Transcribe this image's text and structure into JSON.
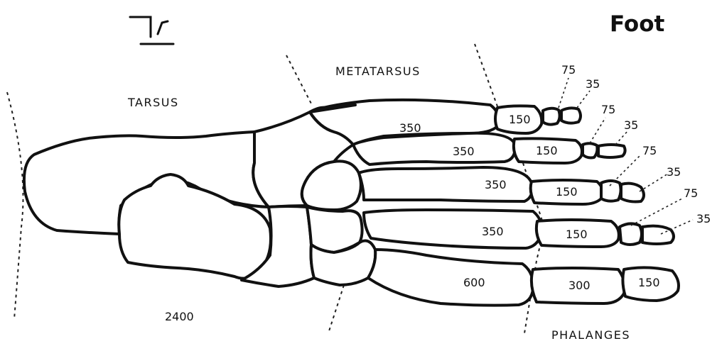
{
  "title": "Foot",
  "regions": {
    "tarsus": "TARSUS",
    "metatarsus": "METATARSUS",
    "phalanges": "PHALANGES"
  },
  "values": {
    "tarsus": "2400",
    "metatarsal_1": "600",
    "metatarsal_2": "350",
    "metatarsal_3": "350",
    "metatarsal_4": "350",
    "metatarsal_5": "350",
    "hallux_proximal": "300",
    "hallux_distal": "150",
    "toe2_proximal": "150",
    "toe2_middle": "75",
    "toe2_distal": "35",
    "toe3_proximal": "150",
    "toe3_middle": "75",
    "toe3_distal": "35",
    "toe4_proximal": "150",
    "toe4_middle": "75",
    "toe4_distal": "35",
    "toe5_proximal": "150",
    "toe5_middle": "75",
    "toe5_distal": "35"
  },
  "colors": {
    "ink": "#111111",
    "paper": "#ffffff"
  }
}
